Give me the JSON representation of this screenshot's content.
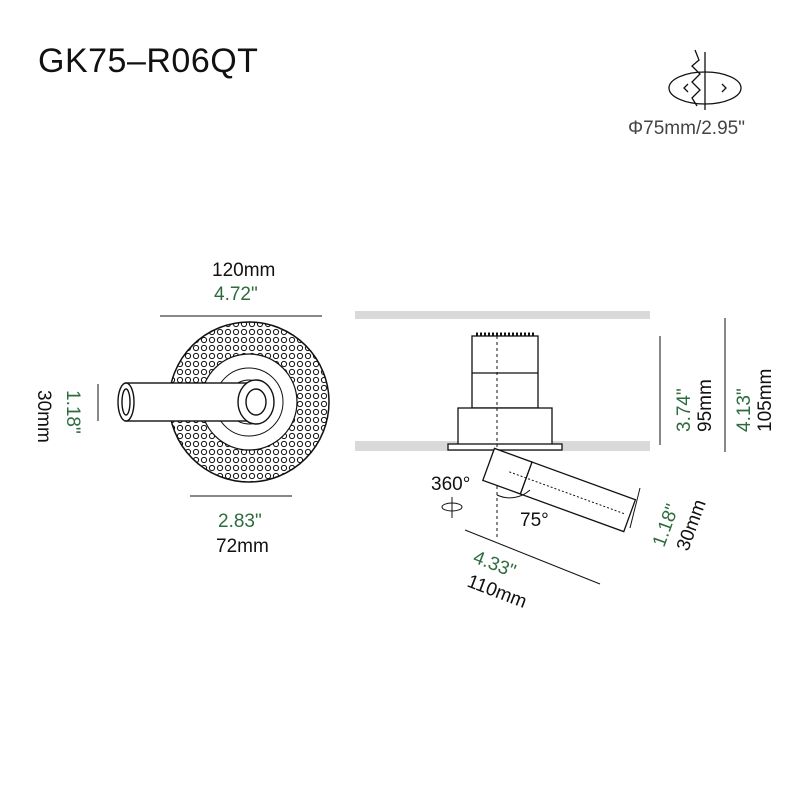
{
  "title": "GK75–R06QT",
  "cutout": {
    "value": "Φ75mm/2.95\""
  },
  "front_view": {
    "width_mm": "120mm",
    "width_in": "4.72\"",
    "tube_dia_in": "1.18\"",
    "tube_dia_mm": "30mm",
    "inner_in": "2.83\"",
    "inner_mm": "72mm"
  },
  "side_view": {
    "body_height_in": "3.74\"",
    "body_height_mm": "95mm",
    "total_height_in": "4.13\"",
    "total_height_mm": "105mm",
    "rotation": "360°",
    "tilt": "75°",
    "tube_dia_in": "1.18\"",
    "tube_dia_mm": "30mm",
    "length_in": "4.33\"",
    "length_mm": "110mm"
  },
  "colors": {
    "accent": "#2e6b3f",
    "line": "#111111",
    "ceiling": "#d9d9d9"
  }
}
